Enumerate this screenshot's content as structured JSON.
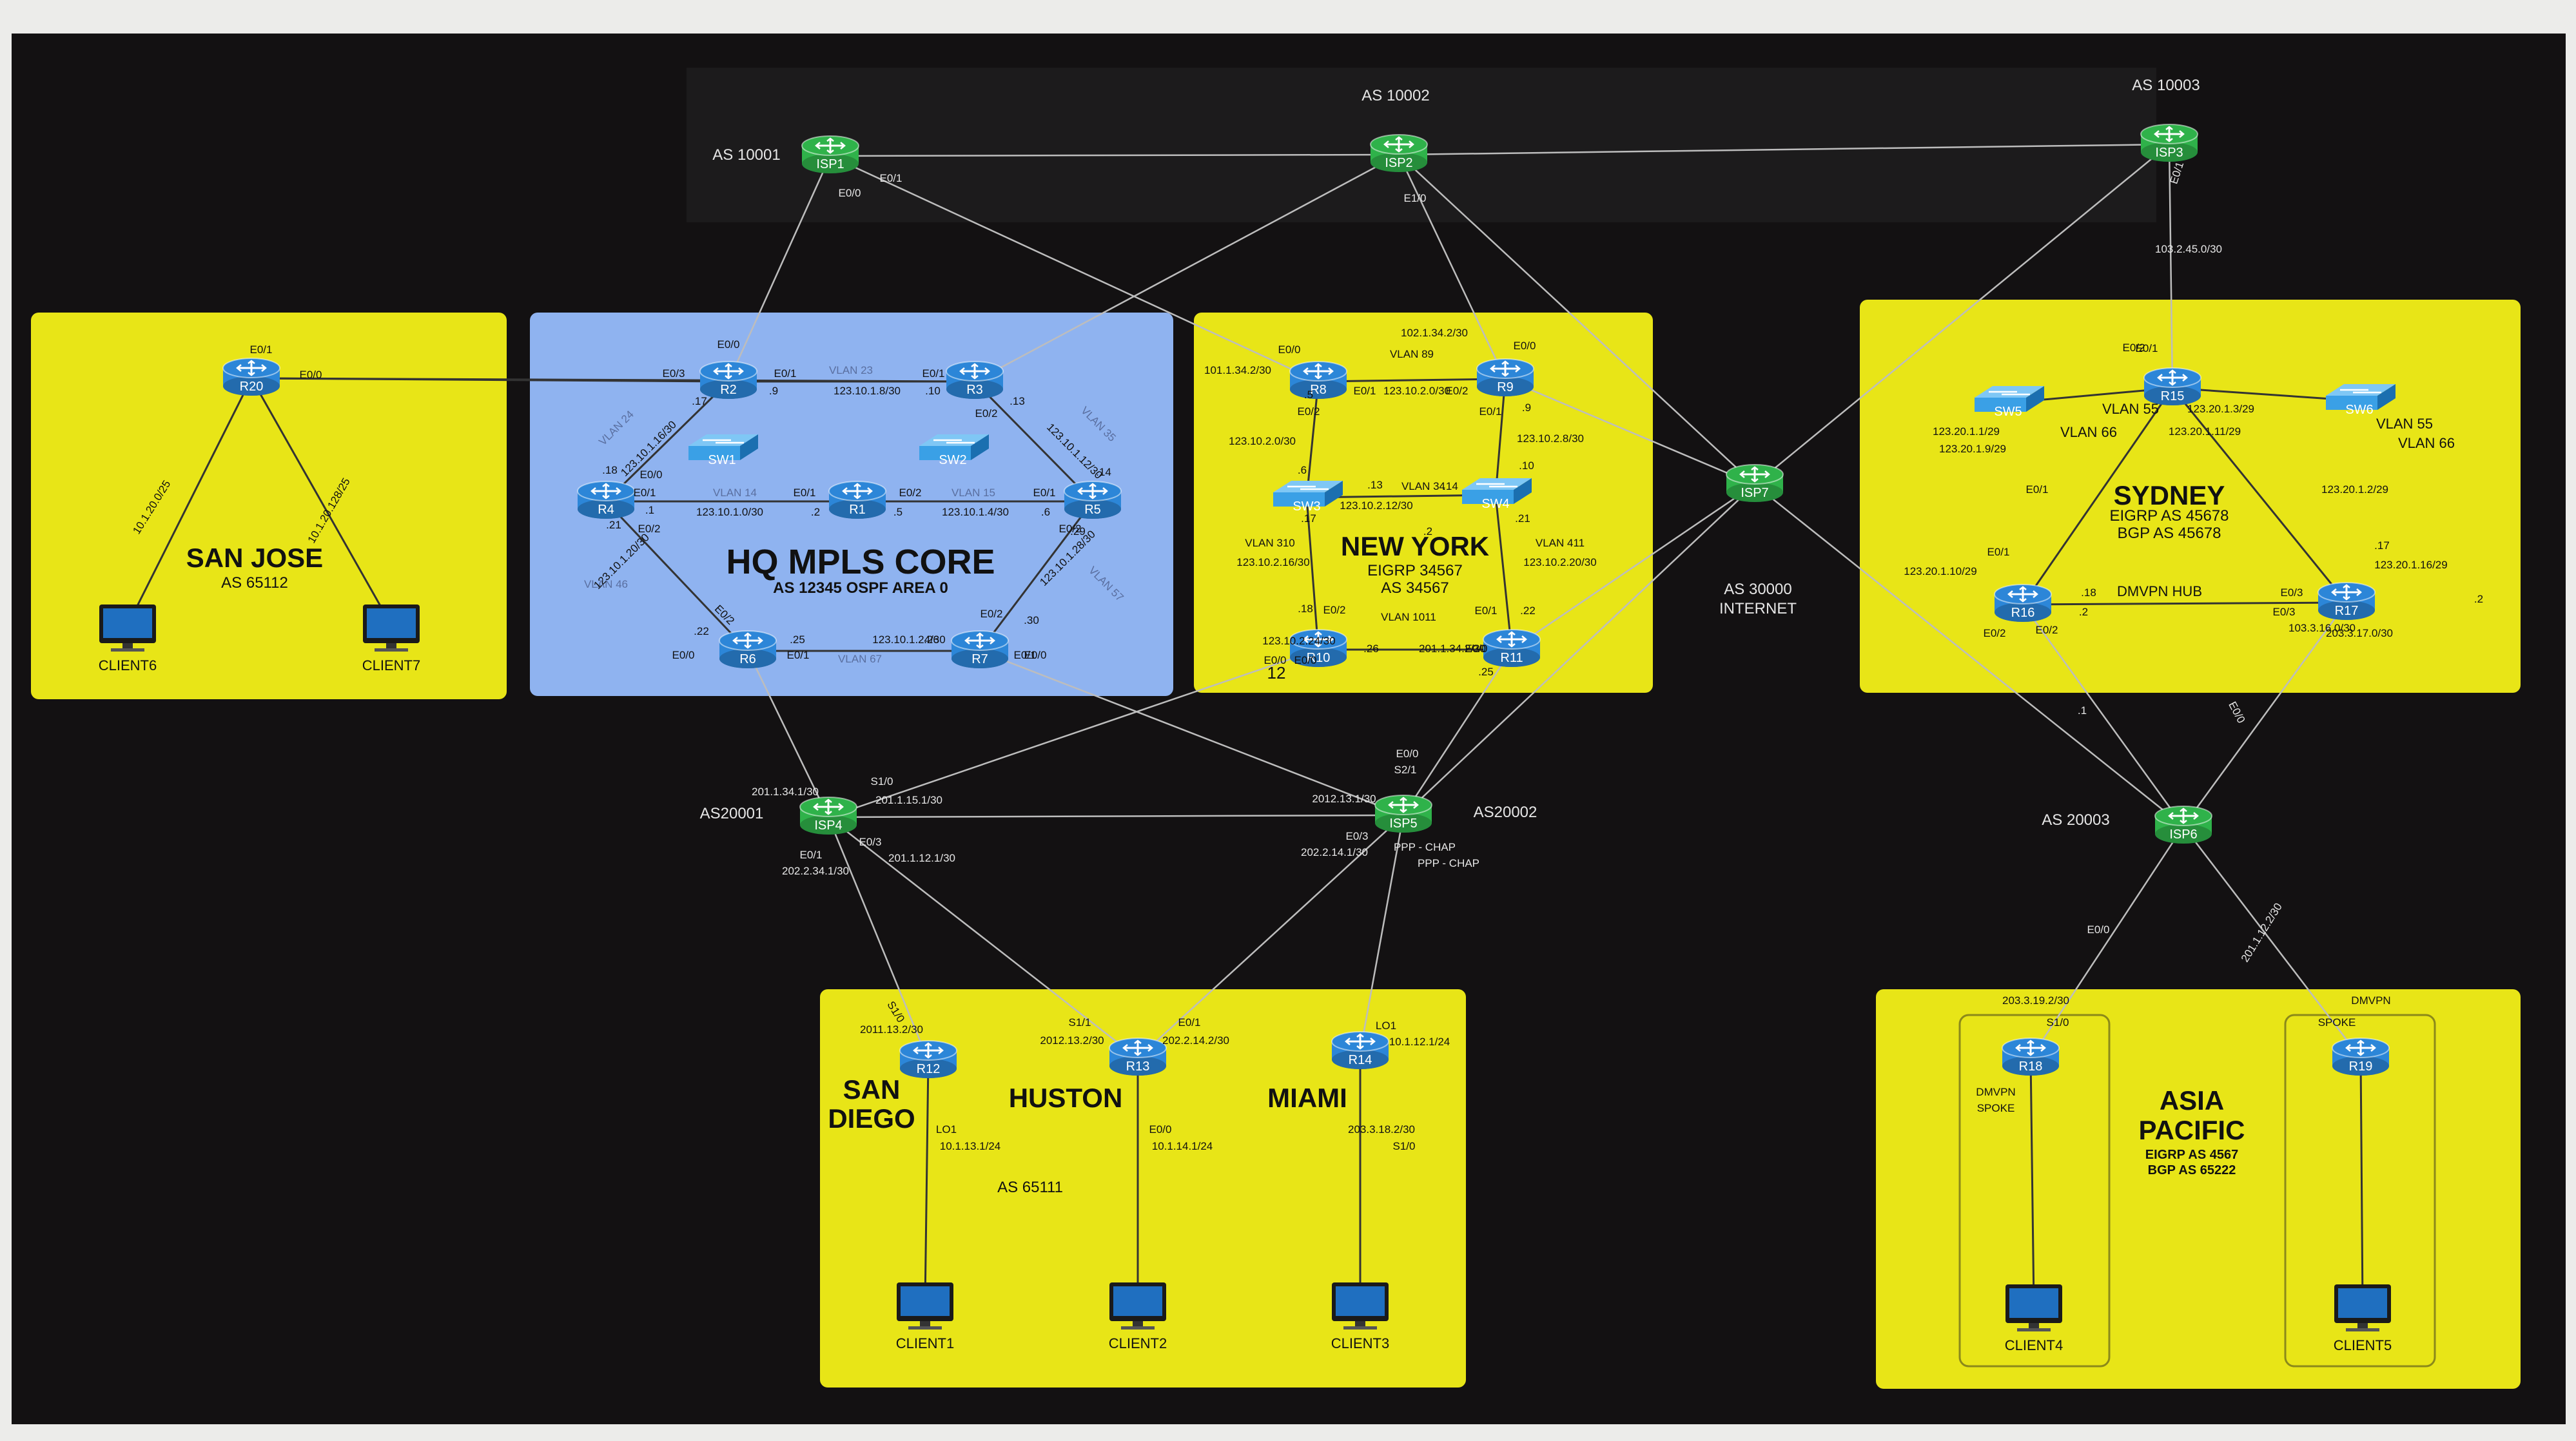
{
  "colors": {
    "background": "#131112",
    "paper": "#ececea",
    "site_zone": "#e8e517",
    "core_zone": "#8fb3f0",
    "router_blue": "#2c86d8",
    "router_green": "#2fb24a",
    "switch_blue": "#3aa0e6",
    "text_dark": "#111111",
    "text_light": "#e6e6e6",
    "link_light": "#bdbdbd",
    "link_dark": "#333333",
    "pc_blue": "#1f6fc0"
  },
  "zones": {
    "san_jose": {
      "title": "SAN JOSE",
      "sub": "AS 65112"
    },
    "hq": {
      "title": "HQ MPLS CORE",
      "sub": "AS 12345 OSPF AREA 0"
    },
    "new_york": {
      "title": "NEW YORK",
      "sub1": "EIGRP 34567",
      "sub2": "AS 34567"
    },
    "sydney": {
      "title": "SYDNEY",
      "sub1": "EIGRP AS 45678",
      "sub2": "BGP AS 45678"
    },
    "south": {
      "as": "AS 65111",
      "san_diego_1": "SAN",
      "san_diego_2": "DIEGO",
      "huston": "HUSTON",
      "miami": "MIAMI"
    },
    "asia": {
      "title1": "ASIA",
      "title2": "PACIFIC",
      "sub1": "EIGRP AS 4567",
      "sub2": "BGP AS 65222"
    }
  },
  "internet": {
    "as": "AS 30000",
    "label": "INTERNET"
  },
  "as_labels": {
    "as10001": "AS 10001",
    "as10002": "AS 10002",
    "as10003": "AS 10003",
    "as20001": "AS20001",
    "as20002": "AS20002",
    "as20003": "AS 20003"
  },
  "devices": [
    {
      "id": "isp1",
      "label": "ISP1",
      "kind": "router",
      "color": "green"
    },
    {
      "id": "isp2",
      "label": "ISP2",
      "kind": "router",
      "color": "green"
    },
    {
      "id": "isp3",
      "label": "ISP3",
      "kind": "router",
      "color": "green"
    },
    {
      "id": "isp4",
      "label": "ISP4",
      "kind": "router",
      "color": "green"
    },
    {
      "id": "isp5",
      "label": "ISP5",
      "kind": "router",
      "color": "green"
    },
    {
      "id": "isp6",
      "label": "ISP6",
      "kind": "router",
      "color": "green"
    },
    {
      "id": "isp7",
      "label": "ISP7",
      "kind": "router",
      "color": "green"
    },
    {
      "id": "r1",
      "label": "R1",
      "kind": "router",
      "color": "blue"
    },
    {
      "id": "r2",
      "label": "R2",
      "kind": "router",
      "color": "blue"
    },
    {
      "id": "r3",
      "label": "R3",
      "kind": "router",
      "color": "blue"
    },
    {
      "id": "r4",
      "label": "R4",
      "kind": "router",
      "color": "blue"
    },
    {
      "id": "r5",
      "label": "R5",
      "kind": "router",
      "color": "blue"
    },
    {
      "id": "r6",
      "label": "R6",
      "kind": "router",
      "color": "blue"
    },
    {
      "id": "r7",
      "label": "R7",
      "kind": "router",
      "color": "blue"
    },
    {
      "id": "r8",
      "label": "R8",
      "kind": "router",
      "color": "blue"
    },
    {
      "id": "r9",
      "label": "R9",
      "kind": "router",
      "color": "blue"
    },
    {
      "id": "r10",
      "label": "R10",
      "kind": "router",
      "color": "blue"
    },
    {
      "id": "r11",
      "label": "R11",
      "kind": "router",
      "color": "blue"
    },
    {
      "id": "r12",
      "label": "R12",
      "kind": "router",
      "color": "blue"
    },
    {
      "id": "r13",
      "label": "R13",
      "kind": "router",
      "color": "blue"
    },
    {
      "id": "r14",
      "label": "R14",
      "kind": "router",
      "color": "blue"
    },
    {
      "id": "r15",
      "label": "R15",
      "kind": "router",
      "color": "blue"
    },
    {
      "id": "r16",
      "label": "R16",
      "kind": "router",
      "color": "blue"
    },
    {
      "id": "r17",
      "label": "R17",
      "kind": "router",
      "color": "blue"
    },
    {
      "id": "r18",
      "label": "R18",
      "kind": "router",
      "color": "blue"
    },
    {
      "id": "r19",
      "label": "R19",
      "kind": "router",
      "color": "blue"
    },
    {
      "id": "r20",
      "label": "R20",
      "kind": "router",
      "color": "blue"
    },
    {
      "id": "sw1",
      "label": "SW1",
      "kind": "switch"
    },
    {
      "id": "sw2",
      "label": "SW2",
      "kind": "switch"
    },
    {
      "id": "sw3",
      "label": "SW3",
      "kind": "switch"
    },
    {
      "id": "sw4",
      "label": "SW4",
      "kind": "switch"
    },
    {
      "id": "sw5",
      "label": "SW5",
      "kind": "switch"
    },
    {
      "id": "sw6",
      "label": "SW6",
      "kind": "switch"
    },
    {
      "id": "client1",
      "label": "CLIENT1",
      "kind": "pc"
    },
    {
      "id": "client2",
      "label": "CLIENT2",
      "kind": "pc"
    },
    {
      "id": "client3",
      "label": "CLIENT3",
      "kind": "pc"
    },
    {
      "id": "client4",
      "label": "CLIENT4",
      "kind": "pc"
    },
    {
      "id": "client5",
      "label": "CLIENT5",
      "kind": "pc"
    },
    {
      "id": "client6",
      "label": "CLIENT6",
      "kind": "pc"
    },
    {
      "id": "client7",
      "label": "CLIENT7",
      "kind": "pc"
    }
  ],
  "links": [
    {
      "from": "isp1",
      "to": "isp2"
    },
    {
      "from": "isp2",
      "to": "isp3"
    },
    {
      "from": "isp1",
      "to": "r2"
    },
    {
      "from": "isp1",
      "to": "r8"
    },
    {
      "from": "isp2",
      "to": "r3"
    },
    {
      "from": "isp2",
      "to": "r9"
    },
    {
      "from": "isp2",
      "to": "isp7"
    },
    {
      "from": "isp3",
      "to": "r15"
    },
    {
      "from": "isp3",
      "to": "isp7"
    },
    {
      "from": "isp7",
      "to": "r9"
    },
    {
      "from": "isp7",
      "to": "r11"
    },
    {
      "from": "isp7",
      "to": "isp6"
    },
    {
      "from": "isp7",
      "to": "isp5"
    },
    {
      "from": "r20",
      "to": "r2"
    },
    {
      "from": "r20",
      "to": "r3"
    },
    {
      "from": "r20",
      "to": "client6"
    },
    {
      "from": "r20",
      "to": "client7"
    },
    {
      "from": "r2",
      "to": "r3"
    },
    {
      "from": "r2",
      "to": "r4"
    },
    {
      "from": "r3",
      "to": "r5"
    },
    {
      "from": "r4",
      "to": "r1"
    },
    {
      "from": "r1",
      "to": "r5"
    },
    {
      "from": "r4",
      "to": "r6"
    },
    {
      "from": "r5",
      "to": "r7"
    },
    {
      "from": "r6",
      "to": "r7"
    },
    {
      "from": "r6",
      "to": "isp4"
    },
    {
      "from": "r7",
      "to": "isp5"
    },
    {
      "from": "r8",
      "to": "r9"
    },
    {
      "from": "r8",
      "to": "sw3"
    },
    {
      "from": "r9",
      "to": "sw4"
    },
    {
      "from": "sw3",
      "to": "sw4"
    },
    {
      "from": "sw3",
      "to": "r10"
    },
    {
      "from": "sw4",
      "to": "r11"
    },
    {
      "from": "r10",
      "to": "r11"
    },
    {
      "from": "r10",
      "to": "isp4"
    },
    {
      "from": "r11",
      "to": "isp5"
    },
    {
      "from": "isp4",
      "to": "isp5"
    },
    {
      "from": "isp4",
      "to": "r12"
    },
    {
      "from": "isp4",
      "to": "r13"
    },
    {
      "from": "isp5",
      "to": "r13"
    },
    {
      "from": "isp5",
      "to": "r14"
    },
    {
      "from": "r12",
      "to": "client1"
    },
    {
      "from": "r13",
      "to": "client2"
    },
    {
      "from": "r14",
      "to": "client3"
    },
    {
      "from": "r15",
      "to": "r16"
    },
    {
      "from": "r15",
      "to": "r17"
    },
    {
      "from": "r15",
      "to": "sw5"
    },
    {
      "from": "r15",
      "to": "sw6"
    },
    {
      "from": "r16",
      "to": "r17"
    },
    {
      "from": "r16",
      "to": "isp6"
    },
    {
      "from": "r17",
      "to": "isp6"
    },
    {
      "from": "isp6",
      "to": "r18"
    },
    {
      "from": "isp6",
      "to": "r19"
    },
    {
      "from": "r18",
      "to": "client4"
    },
    {
      "from": "r19",
      "to": "client5"
    }
  ],
  "annotations": [
    {
      "text": "E0/1"
    },
    {
      "text": "E0/0"
    },
    {
      "text": "E1/0"
    },
    {
      "text": "103.2.45.0/30"
    },
    {
      "text": "E0/1"
    },
    {
      "text": "E0/0"
    },
    {
      "text": "10.1.20.0/25"
    },
    {
      "text": "10.1.20.128/25"
    },
    {
      "text": "E0/0"
    },
    {
      "text": "E0/3"
    },
    {
      "text": "E0/1"
    },
    {
      "text": "VLAN 23"
    },
    {
      "text": "E0/1"
    },
    {
      "text": ".9"
    },
    {
      "text": "123.10.1.8/30"
    },
    {
      "text": ".10"
    },
    {
      "text": ".13"
    },
    {
      "text": "E0/2"
    },
    {
      "text": ".17"
    },
    {
      "text": "VLAN 24"
    },
    {
      "text": "123.10.1.16/30"
    },
    {
      "text": "VLAN 35"
    },
    {
      "text": "123.10.1.12/30"
    },
    {
      "text": ".18"
    },
    {
      "text": "E0/0"
    },
    {
      "text": "E0/1"
    },
    {
      "text": ".1"
    },
    {
      "text": "VLAN 14"
    },
    {
      "text": "E0/1"
    },
    {
      "text": "E0/2"
    },
    {
      "text": "VLAN 15"
    },
    {
      "text": "E0/1"
    },
    {
      "text": ".14"
    },
    {
      "text": ".21"
    },
    {
      "text": "E0/2"
    },
    {
      "text": "123.10.1.0/30"
    },
    {
      "text": ".2"
    },
    {
      "text": ".5"
    },
    {
      "text": "123.10.1.4/30"
    },
    {
      "text": ".6"
    },
    {
      "text": "E0/2"
    },
    {
      "text": ".29"
    },
    {
      "text": "VLAN 46"
    },
    {
      "text": "123.10.1.20/30"
    },
    {
      "text": "123.10.1.28/30"
    },
    {
      "text": "VLAN 57"
    },
    {
      "text": "E0/2"
    },
    {
      "text": "E0/2"
    },
    {
      "text": ".30"
    },
    {
      "text": ".22"
    },
    {
      "text": ".25"
    },
    {
      "text": "123.10.1.24/30"
    },
    {
      "text": ".26"
    },
    {
      "text": "E0/0"
    },
    {
      "text": "E0/1"
    },
    {
      "text": "VLAN 67"
    },
    {
      "text": "E0/1"
    },
    {
      "text": "E0/0"
    },
    {
      "text": "102.1.34.2/30"
    },
    {
      "text": "E0/0"
    },
    {
      "text": "VLAN 89"
    },
    {
      "text": "E0/0"
    },
    {
      "text": "101.1.34.2/30"
    },
    {
      "text": "E0/1"
    },
    {
      "text": "123.10.2.0/30"
    },
    {
      "text": "E0/2"
    },
    {
      "text": ".5"
    },
    {
      "text": "E0/2"
    },
    {
      "text": "E0/1"
    },
    {
      "text": ".9"
    },
    {
      "text": "123.10.2.0/30"
    },
    {
      "text": "123.10.2.8/30"
    },
    {
      "text": ".6"
    },
    {
      "text": ".10"
    },
    {
      "text": ".13"
    },
    {
      "text": "VLAN 34"
    },
    {
      "text": ".14"
    },
    {
      "text": ".17"
    },
    {
      "text": "123.10.2.12/30"
    },
    {
      "text": ".21"
    },
    {
      "text": "VLAN 310"
    },
    {
      "text": "VLAN 411"
    },
    {
      "text": "123.10.2.16/30"
    },
    {
      "text": "123.10.2.20/30"
    },
    {
      "text": ".18"
    },
    {
      "text": "E0/2"
    },
    {
      "text": "VLAN 1011"
    },
    {
      "text": "E0/1"
    },
    {
      "text": ".22"
    },
    {
      "text": "E0/0"
    },
    {
      "text": ".25"
    },
    {
      "text": "123.10.2.24/30"
    },
    {
      "text": ".26"
    },
    {
      "text": "201.1.34.2/30"
    },
    {
      "text": "E0/0"
    },
    {
      "text": "12"
    },
    {
      "text": "E0/0"
    },
    {
      "text": ".2"
    },
    {
      "text": "E0/1"
    },
    {
      "text": "E0/2"
    },
    {
      "text": "VLAN 55"
    },
    {
      "text": "123.20.1.3/29"
    },
    {
      "text": "123.20.1.1/29"
    },
    {
      "text": "123.20.1.9/29"
    },
    {
      "text": "VLAN 66"
    },
    {
      "text": "123.20.1.11/29"
    },
    {
      "text": "VLAN 55"
    },
    {
      "text": "VLAN 66"
    },
    {
      "text": "E0/1"
    },
    {
      "text": "123.20.1.2/29"
    },
    {
      "text": "E0/1"
    },
    {
      "text": "123.20.1.10/29"
    },
    {
      "text": ".17"
    },
    {
      "text": "123.20.1.16/29"
    },
    {
      "text": ".18"
    },
    {
      "text": "DMVPN HUB"
    },
    {
      "text": "E0/3"
    },
    {
      "text": ".2"
    },
    {
      "text": "E0/2"
    },
    {
      "text": "E0/2"
    },
    {
      "text": ".2"
    },
    {
      "text": "E0/3"
    },
    {
      "text": "103.3.16.0/30"
    },
    {
      "text": "203.3.17.0/30"
    },
    {
      "text": ".1"
    },
    {
      "text": "E0/0"
    },
    {
      "text": "E0/1"
    },
    {
      "text": "201.1.34.1/30"
    },
    {
      "text": "S1/0"
    },
    {
      "text": "201.1.15.1/30"
    },
    {
      "text": "E0/3"
    },
    {
      "text": "201.1.12.1/30"
    },
    {
      "text": "E0/1"
    },
    {
      "text": "202.2.34.1/30"
    },
    {
      "text": "E0/0"
    },
    {
      "text": "S2/1"
    },
    {
      "text": "2012.13.1/30"
    },
    {
      "text": "E0/3"
    },
    {
      "text": "202.2.14.1/30"
    },
    {
      "text": "PPP - CHAP"
    },
    {
      "text": "PPP - CHAP"
    },
    {
      "text": "E0/0"
    },
    {
      "text": "201.1.12.2/30"
    },
    {
      "text": "S1/0"
    },
    {
      "text": "2011.13.2/30"
    },
    {
      "text": "S1/1"
    },
    {
      "text": "2012.13.2/30"
    },
    {
      "text": "E0/1"
    },
    {
      "text": "202.2.14.2/30"
    },
    {
      "text": "LO1"
    },
    {
      "text": "10.1.12.1/24"
    },
    {
      "text": "LO1"
    },
    {
      "text": "10.1.13.1/24"
    },
    {
      "text": "E0/0"
    },
    {
      "text": "10.1.14.1/24"
    },
    {
      "text": "203.3.18.2/30"
    },
    {
      "text": "S1/0"
    },
    {
      "text": "203.3.19.2/30"
    },
    {
      "text": "S1/0"
    },
    {
      "text": "DMVPN"
    },
    {
      "text": "SPOKE"
    },
    {
      "text": "DMVPN"
    },
    {
      "text": "SPOKE"
    }
  ]
}
